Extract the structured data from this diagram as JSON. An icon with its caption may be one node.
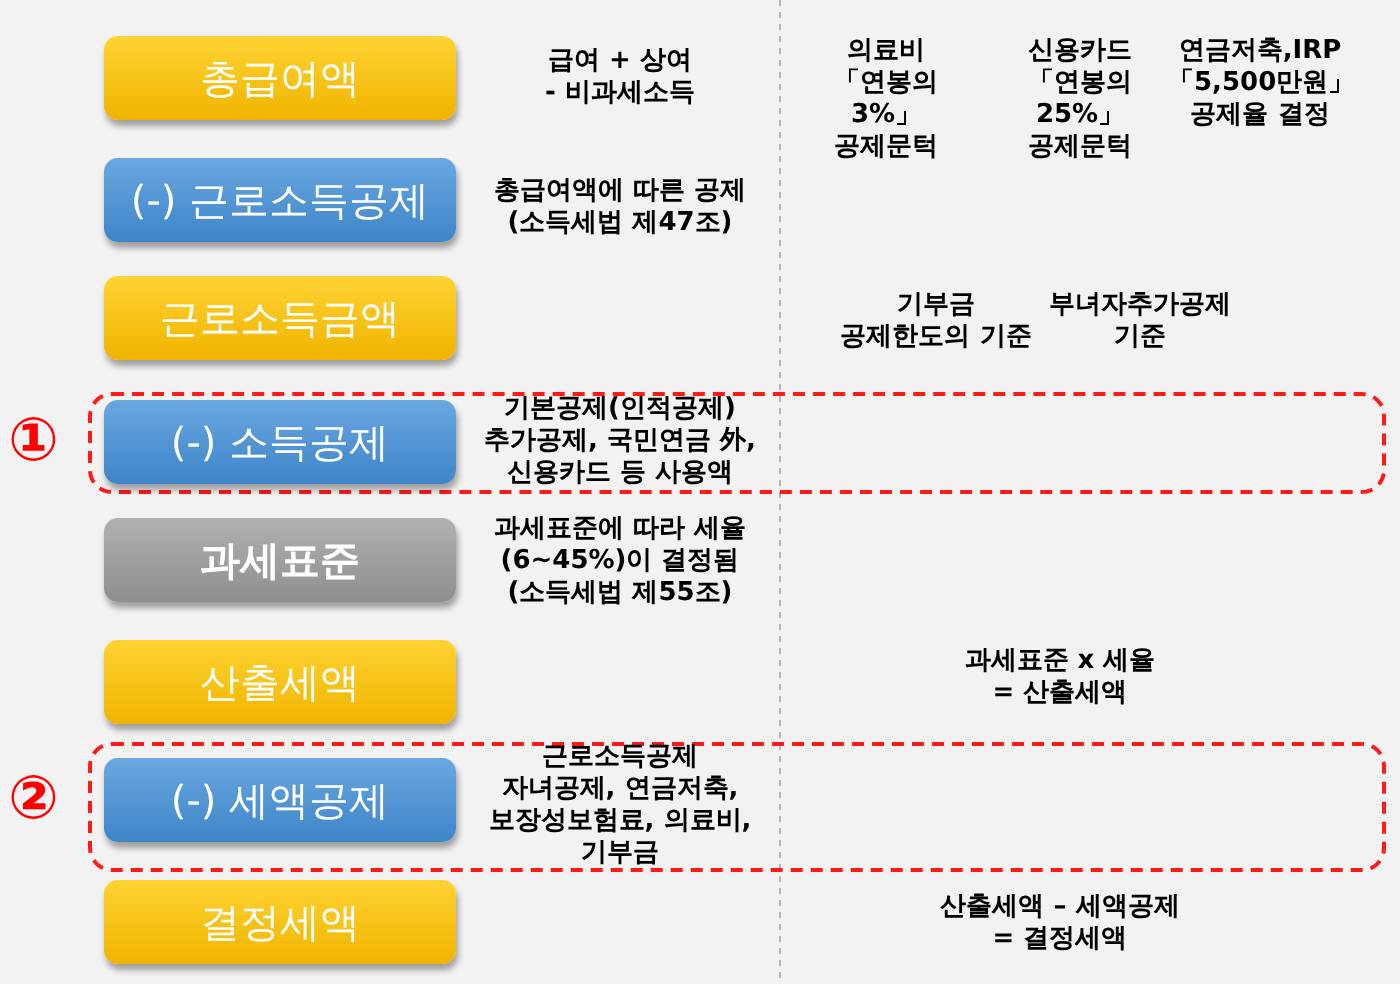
{
  "diagram": {
    "nodes": [
      {
        "text": [
          "총급여액"
        ],
        "beside": [
          "급여 + 상여 - 비과세소득"
        ]
      },
      {
        "text": [
          "(-) 근로소득공제"
        ],
        "beside": [
          "총급여액에 따른 공제 (소득세법 제47조)"
        ]
      },
      {
        "text": [
          "근로소득금액"
        ]
      },
      {
        "text": [],
        "shape": "box",
        "beside": [
          "①"
        ]
      },
      {
        "text": [
          "(-) 소득공제"
        ],
        "in": 3,
        "beside": [
          "기본공제(인적공제) 추가공제, 국민연금 外, 신용카드 등 사용액"
        ]
      },
      {
        "text": [
          "과세표준"
        ],
        "beside": [
          "과세표준에 따라 세율(6~45%)이 결정됨 (소득세법 제55조)"
        ]
      },
      {
        "text": [
          "산출세액"
        ]
      },
      {
        "text": [],
        "shape": "box",
        "beside": [
          "②"
        ]
      },
      {
        "text": [
          "(-) 세액공제"
        ],
        "in": 7,
        "beside": [
          "근로소득공제 자녀공제, 연금저축, 보장성보험료, 의료비, 기부금"
        ]
      },
      {
        "text": [
          "결정세액"
        ]
      }
    ],
    "labels": [
      "의료비 「연봉의 3%」 공제문턱",
      "신용카드 「연봉의 25%」 공제문턱",
      "연금저축,IRP 「5,500만원」 공제율 결정",
      "기부금 공제한도의 기준",
      "부녀자추가공제 기준",
      "과세표준 x 세율 = 산출세액",
      "산출세액 – 세액공제 = 결정세액"
    ]
  }
}
